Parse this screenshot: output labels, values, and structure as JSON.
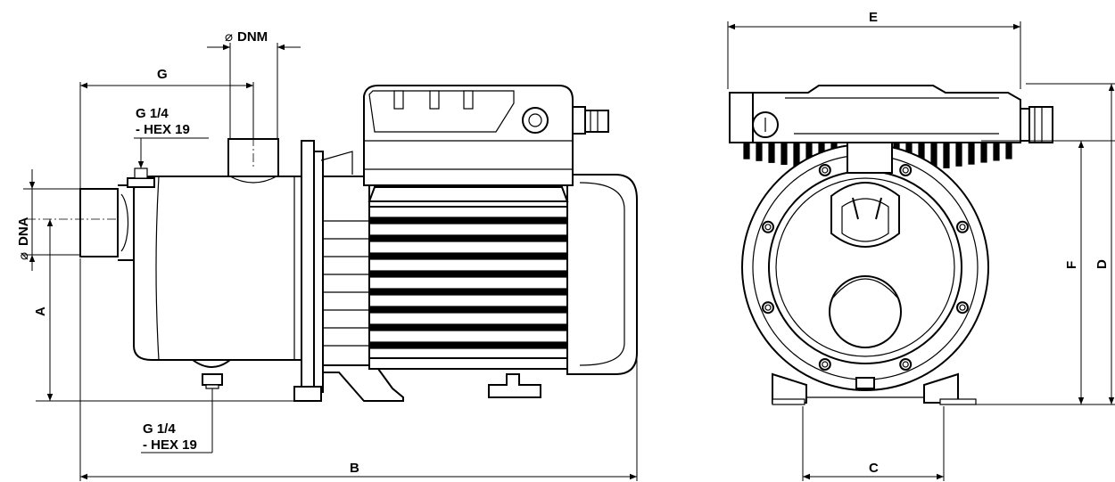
{
  "labels": {
    "dnm": "DNM",
    "dna": "DNA",
    "diameter_symbol": "⌀",
    "g": "G",
    "a": "A",
    "b": "B",
    "c": "C",
    "d": "D",
    "e": "E",
    "f": "F",
    "port_top_1": "G 1/4",
    "port_top_2": "- HEX 19",
    "port_bottom_1": "G 1/4",
    "port_bottom_2": "- HEX 19"
  }
}
